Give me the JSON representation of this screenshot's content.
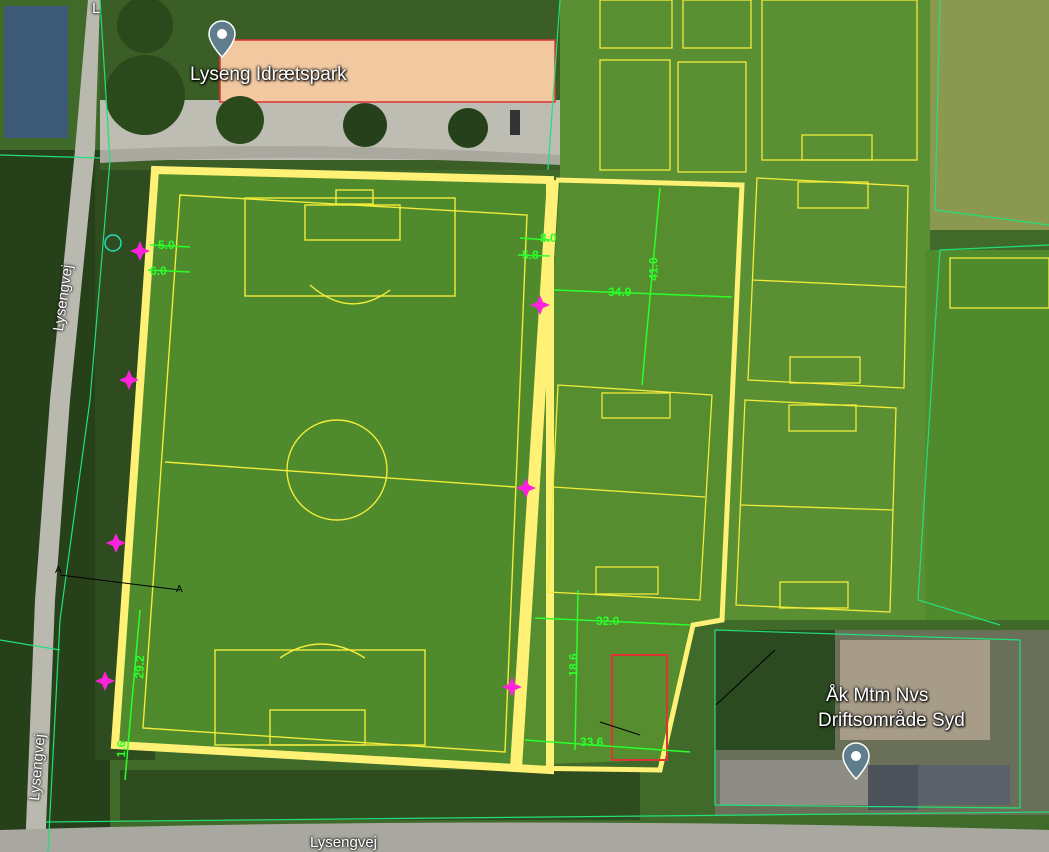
{
  "places": {
    "park_label": "Lyseng Idrætspark",
    "depot_label_line1": "Åk Mtm Nvs",
    "depot_label_line2": "Driftsområde Syd"
  },
  "roads": {
    "west_road_upper": "Lysengvej",
    "west_road_lower": "Lysengvej",
    "south_road": "Lysengvej",
    "top_fragment": "L"
  },
  "dimensions": {
    "d_8_0": "8.0",
    "d_6_0": "6.0",
    "d_5_0": "5.0",
    "d_34_9": "34.9",
    "d_41_0": "41.0",
    "d_32_0": "32.0",
    "d_33_6": "33.6",
    "d_18_6": "18.6",
    "d_5_8": "5.8",
    "d_29_2": "29.2",
    "d_1_6": "1.6"
  },
  "section": {
    "label_a1": "A",
    "label_a2": "A"
  },
  "colors": {
    "grass": "#4f8a2c",
    "pitch_line": "#f2ec3b",
    "boundary_fill": "#fff176",
    "dimension": "#2bff2b",
    "parcel_line": "#22e07a",
    "marker": "#ff22dd",
    "building_roof": "#f1c8a0",
    "pin": "#607d8b"
  },
  "icons": [
    "location-pin-icon",
    "survey-marker-icon"
  ]
}
